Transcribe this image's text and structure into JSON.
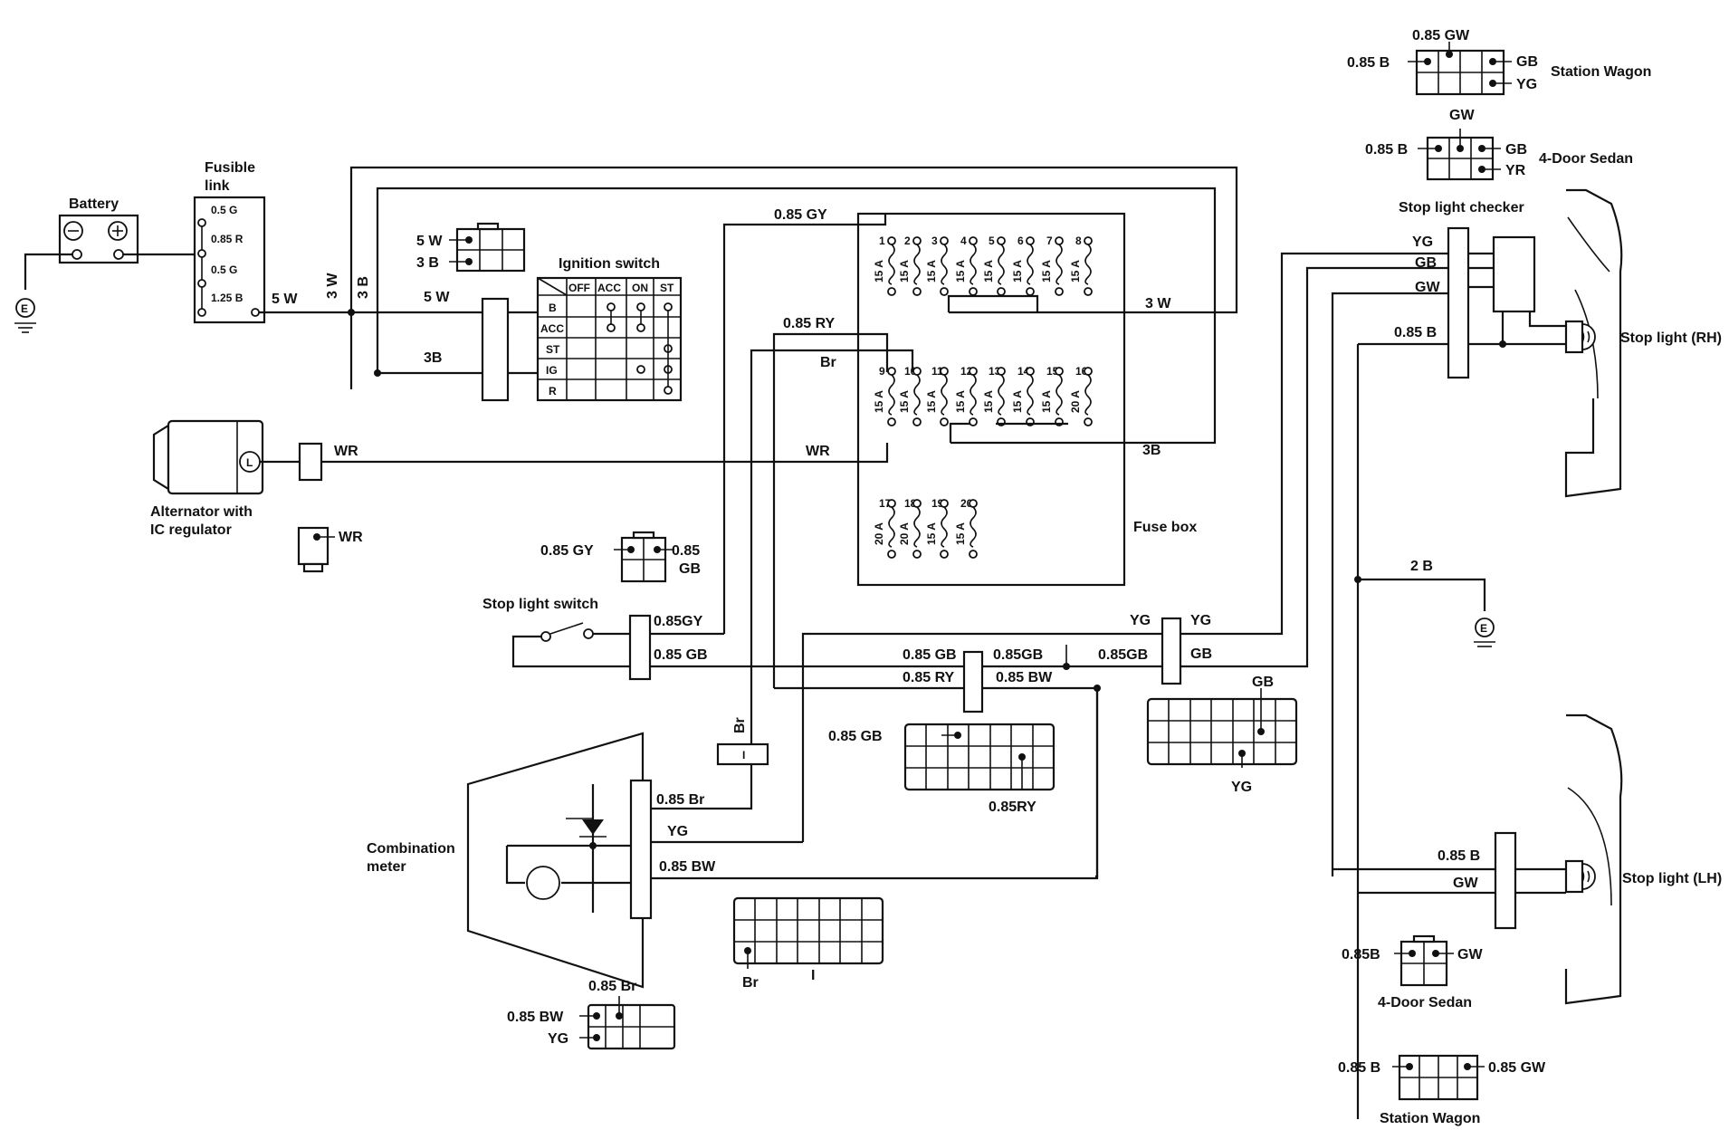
{
  "labels": {
    "battery": "Battery",
    "fusible_link_1": "Fusible",
    "fusible_link_2": "link",
    "fl_05g": "0.5 G",
    "fl_085r": "0.85 R",
    "fl_05g2": "0.5 G",
    "fl_125b": "1.25 B",
    "w5_1": "5 W",
    "w3w_v": "3 W",
    "w3b_v": "3 B",
    "w5_2": "5 W",
    "w3b_2": "3B",
    "conn_5w": "5 W",
    "conn_3b": "3 B",
    "ignition_switch": "Ignition switch",
    "ign_cols": [
      "OFF",
      "ACC",
      "ON",
      "ST"
    ],
    "ign_rows": [
      "B",
      "ACC",
      "ST",
      "IG",
      "R"
    ],
    "alternator_1": "Alternator with",
    "alternator_2": "IC regulator",
    "wr_1": "WR",
    "wr_2": "WR",
    "wr_conn": "WR",
    "gy_085_top": "0.85 GY",
    "ry_085": "0.85 RY",
    "br_1": "Br",
    "w3w_right": "3 W",
    "w3b_right": "3B",
    "fuse_box": "Fuse box",
    "conn_085gy": "0.85 GY",
    "conn_085gb_a": "0.85",
    "conn_085gb_b": "GB",
    "stop_switch": "Stop light switch",
    "sls_gy": "0.85GY",
    "sls_gb": "0.85 GB",
    "c_085gb_1": "0.85 GB",
    "c_085ry_1": "0.85 RY",
    "c_085gb_2": "0.85GB",
    "c_085bw_1": "0.85 BW",
    "c_085gb_3": "0.85GB",
    "yg_1": "YG",
    "yg_2": "YG",
    "gb_1": "GB",
    "br_vert": "Br",
    "conn_i": "I",
    "conn_085gb_mid": "0.85 GB",
    "conn_085ry_mid": "0.85RY",
    "conn_gb_right": "GB",
    "conn_yg_right": "YG",
    "combination_1": "Combination",
    "combination_2": "meter",
    "cm_br": "0.85 Br",
    "cm_yg": "YG",
    "cm_bw": "0.85 BW",
    "bot_br": "Br",
    "bot_i": "I",
    "bl_085br": "0.85 Br",
    "bl_085bw": "0.85 BW",
    "bl_yg": "YG",
    "sw_top_gw": "0.85 GW",
    "sw_top_b": "0.85 B",
    "sw_top_gb": "GB",
    "sw_top_yg": "YG",
    "station_wagon_1": "Station Wagon",
    "sed_gw": "GW",
    "sed_b": "0.85 B",
    "sed_gb": "GB",
    "sed_yr": "YR",
    "four_door_1": "4-Door Sedan",
    "checker": "Stop light checker",
    "chk_yg": "YG",
    "chk_gb": "GB",
    "chk_gw": "GW",
    "chk_b": "0.85 B",
    "stop_rh": "Stop light (RH)",
    "b2": "2 B",
    "lh_b": "0.85 B",
    "lh_gw": "GW",
    "stop_lh": "Stop light (LH)",
    "lh_sed_b": "0.85B",
    "lh_sed_gw": "GW",
    "four_door_2": "4-Door Sedan",
    "lh_sw_b": "0.85 B",
    "lh_sw_gw": "0.85 GW",
    "station_wagon_2": "Station Wagon",
    "ground": "E"
  },
  "fuses": [
    {
      "n": "1",
      "a": "15 A"
    },
    {
      "n": "2",
      "a": "15 A"
    },
    {
      "n": "3",
      "a": "15 A"
    },
    {
      "n": "4",
      "a": "15 A"
    },
    {
      "n": "5",
      "a": "15 A"
    },
    {
      "n": "6",
      "a": "15 A"
    },
    {
      "n": "7",
      "a": "15 A"
    },
    {
      "n": "8",
      "a": "15 A"
    },
    {
      "n": "9",
      "a": "15 A"
    },
    {
      "n": "10",
      "a": "15 A"
    },
    {
      "n": "11",
      "a": "15 A"
    },
    {
      "n": "12",
      "a": "15 A"
    },
    {
      "n": "13",
      "a": "15 A"
    },
    {
      "n": "14",
      "a": "15 A"
    },
    {
      "n": "15",
      "a": "15 A"
    },
    {
      "n": "16",
      "a": "20 A"
    },
    {
      "n": "17",
      "a": "20 A"
    },
    {
      "n": "18",
      "a": "20 A"
    },
    {
      "n": "19",
      "a": "15 A"
    },
    {
      "n": "20",
      "a": "15 A"
    }
  ]
}
